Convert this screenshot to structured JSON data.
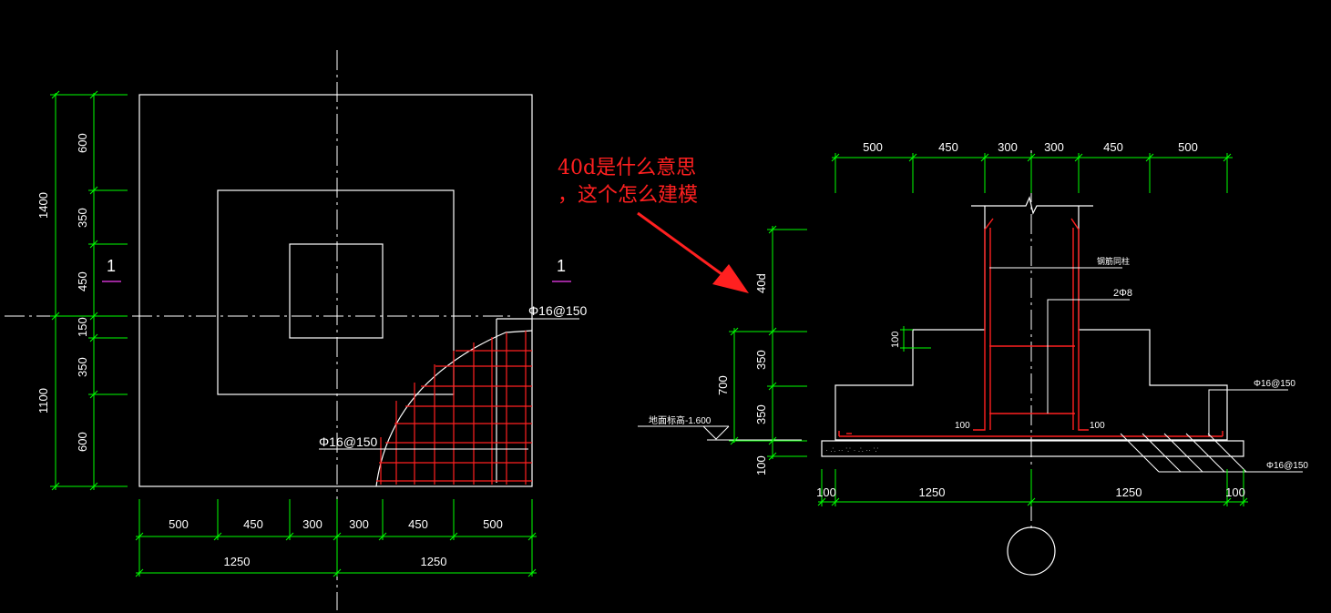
{
  "colors": {
    "background": "#000000",
    "outline": "#ffffff",
    "dimension": "#00ff00",
    "rebar": "#ff2020",
    "section_mark": "#cc33cc",
    "annotation": "#ff2020"
  },
  "question": {
    "line1": "40d是什么意思",
    "line2": "，这个怎么建模"
  },
  "plan": {
    "left_dims": {
      "upper_total": "1400",
      "upper": [
        "600",
        "350",
        "450"
      ],
      "lower": [
        "150",
        "350",
        "600"
      ],
      "lower_total": "1100"
    },
    "bottom_dims": {
      "segments": [
        "500",
        "450",
        "300",
        "300",
        "450",
        "500"
      ],
      "halves": [
        "1250",
        "1250"
      ]
    },
    "section_mark": "1",
    "rebar_top": "Φ16@150",
    "rebar_inner": "Φ16@150"
  },
  "section": {
    "top_dims": [
      "500",
      "450",
      "300",
      "300",
      "450",
      "500"
    ],
    "left_dims": {
      "anchor": "40d",
      "step_upper": "350",
      "step_lower": "350",
      "total": "700",
      "pad": "100"
    },
    "step_dim": "100",
    "ground_label": "地面标高-1.600",
    "column_note": "钢筋同柱",
    "stirrup": "2Φ8",
    "rebar_right": "Φ16@150",
    "rebar_bottom": "Φ16@150",
    "hook_left": "100",
    "hook_right": "100",
    "bottom_dims": [
      "100",
      "1250",
      "1250",
      "100"
    ]
  }
}
